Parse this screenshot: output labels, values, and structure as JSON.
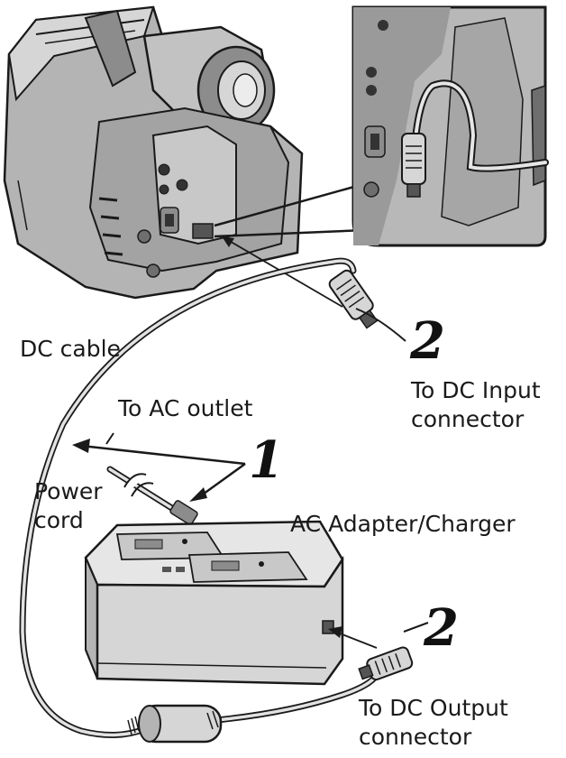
{
  "labels": {
    "dc_cable": "DC cable",
    "to_ac_outlet": "To AC outlet",
    "power": "Power",
    "cord": "cord",
    "ac_adapter_charger": "AC Adapter/Charger",
    "to_dc_input_1": "To DC Input",
    "to_dc_input_2": "connector",
    "to_dc_output_1": "To DC Output",
    "to_dc_output_2": "connector"
  },
  "steps": {
    "step1": "1",
    "step2_input": "2",
    "step2_output": "2"
  },
  "colors": {
    "outline": "#1a1a1a",
    "shade_dark": "#8c8c8c",
    "shade_mid": "#b4b4b4",
    "shade_light": "#d6d6d6",
    "surface": "#ececec"
  }
}
